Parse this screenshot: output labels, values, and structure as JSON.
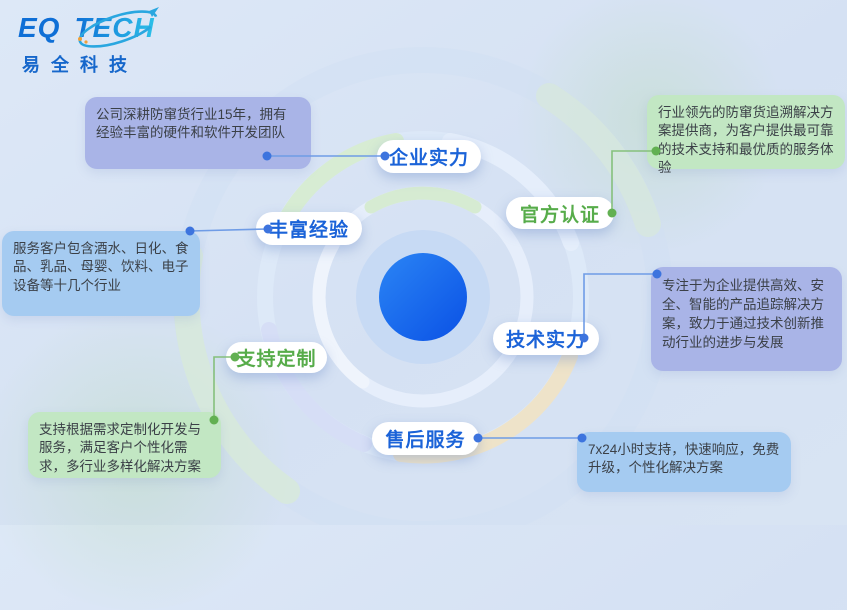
{
  "logo": {
    "eq": "EQ",
    "tech": "TECH",
    "company": "易全科技"
  },
  "nodes": [
    {
      "label": "企业实力",
      "theme": "blue",
      "desc": "公司深耕防窜货行业15年，拥有经验丰富的硬件和软件开发团队"
    },
    {
      "label": "官方认证",
      "theme": "green",
      "desc": "行业领先的防窜货追溯解决方案提供商，为客户提供最可靠的技术支持和最优质的服务体验"
    },
    {
      "label": "丰富经验",
      "theme": "blue",
      "desc": "服务客户包含酒水、日化、食品、乳品、母婴、饮料、电子设备等十几个行业"
    },
    {
      "label": "技术实力",
      "theme": "blue",
      "desc": "专注于为企业提供高效、安全、智能的产品追踪解决方案，致力于通过技术创新推动行业的进步与发展"
    },
    {
      "label": "支持定制",
      "theme": "green",
      "desc": "支持根据需求定制化开发与服务，满足客户个性化需求，多行业多样化解决方案"
    },
    {
      "label": "售后服务",
      "theme": "blue",
      "desc": "7x24小时支持，快速响应，免费升级，个性化解决方案"
    }
  ],
  "colors": {
    "background": "#d7e3f4",
    "label_blue": "#1b63d8",
    "label_green": "#57ac4a",
    "box_periwinkle": "#a9b4e7",
    "box_sky": "#a5cbf1",
    "box_green": "#c2e7c3",
    "line_blue": "#6f9ce6",
    "line_green": "#85c07c",
    "dot_blue": "#3d74de",
    "dot_green": "#62b052",
    "center_gradient_start": "#2b85f5",
    "center_gradient_end": "#0a51e5"
  }
}
